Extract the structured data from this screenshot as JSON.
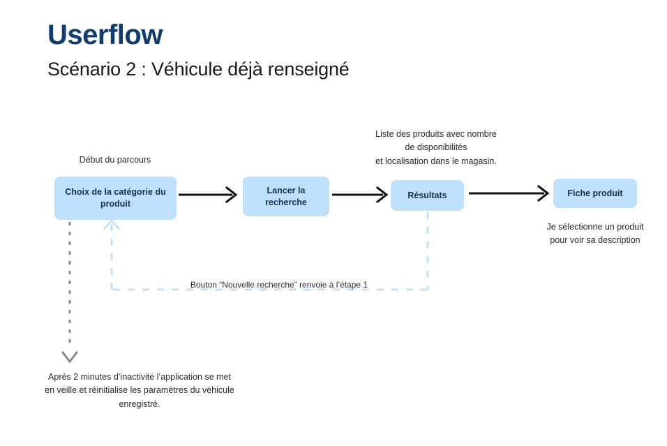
{
  "header": {
    "title": "Userflow",
    "subtitle": "Scénario 2 : Véhicule déjà renseigné"
  },
  "flow": {
    "nodes": [
      {
        "id": "node-1",
        "label": "Choix de la catégorie\ndu produit"
      },
      {
        "id": "node-2",
        "label": "Lancer\nla recherche"
      },
      {
        "id": "node-3",
        "label": "Résultats"
      },
      {
        "id": "node-4",
        "label": "Fiche produit"
      }
    ],
    "captions": {
      "start": "Début du parcours",
      "results_list": "Liste des produits avec nombre\nde disponibilités\net localisation dans le magasin.",
      "select_product": "Je sélectionne un produit\npour voir sa description",
      "loop_back": "Bouton “Nouvelle recherche” renvoie à l’étape 1",
      "idle_timeout": "Après 2 minutes d’inactivité l’application se met\nen veille et réinitialise les paramètres du véhicule\nenregistré."
    }
  },
  "colors": {
    "title_navy": "#0f3c72",
    "node_fill": "#bfe0fa",
    "node_text": "#15314d",
    "arrow_black": "#111111",
    "dashed_blue": "#bfe0fa",
    "dashed_gray": "#8a8a8a",
    "background": "#ffffff",
    "caption_text": "#2b2b2b"
  },
  "icons": {
    "arrow_right": "arrow-right-icon",
    "arrow_up": "chevron-up-icon",
    "arrow_down": "chevron-down-icon"
  }
}
